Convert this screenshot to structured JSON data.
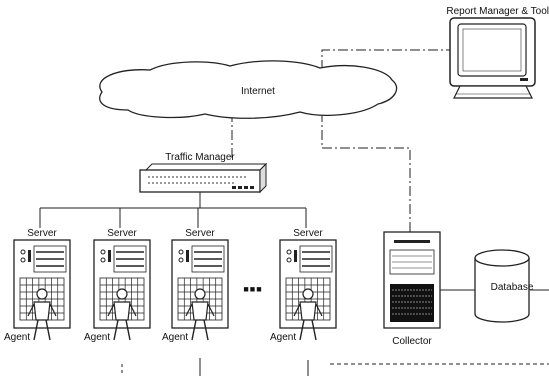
{
  "labels": {
    "report_manager": "Report Manager & Tool",
    "internet": "Internet",
    "traffic_manager": "Traffic Manager",
    "server": "Server",
    "agent": "Agent",
    "collector": "Collector",
    "database": "Database",
    "ellipsis": "■■■"
  },
  "servers": [
    {
      "label": "Server",
      "agent_label": "Agent"
    },
    {
      "label": "Server",
      "agent_label": "Agent"
    },
    {
      "label": "Server",
      "agent_label": "Agent"
    },
    {
      "label": "Server",
      "agent_label": "Agent"
    }
  ],
  "colors": {
    "line": "#222222",
    "fill": "#ffffff",
    "dark": "#1a1a1a"
  }
}
